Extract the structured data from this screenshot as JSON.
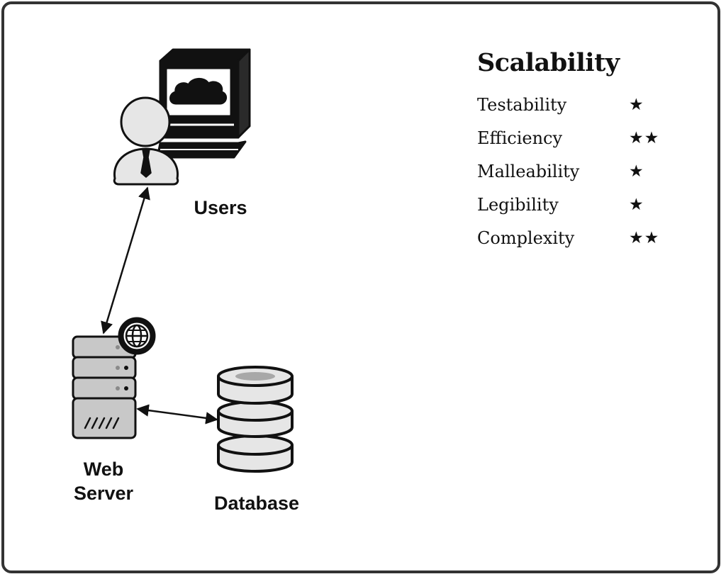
{
  "nodes": {
    "users": {
      "label": "Users"
    },
    "web_server": {
      "label": "Web\nServer"
    },
    "database": {
      "label": "Database"
    }
  },
  "edges": [
    {
      "from": "users",
      "to": "web_server",
      "direction": "bidirectional"
    },
    {
      "from": "web_server",
      "to": "database",
      "direction": "bidirectional"
    }
  ],
  "panel": {
    "title": "Scalability",
    "ratings": [
      {
        "label": "Testability",
        "stars": 1,
        "stars_text": "★"
      },
      {
        "label": "Efficiency",
        "stars": 2,
        "stars_text": "★★"
      },
      {
        "label": "Malleability",
        "stars": 1,
        "stars_text": "★"
      },
      {
        "label": "Legibility",
        "stars": 1,
        "stars_text": "★"
      },
      {
        "label": "Complexity",
        "stars": 2,
        "stars_text": "★★"
      }
    ]
  },
  "icons": {
    "users": "user-at-computer-icon",
    "web_server": "server-with-globe-icon",
    "database": "database-cylinder-icon"
  },
  "colors": {
    "ink": "#111111",
    "light_fill": "#e6e6e6",
    "mid_fill": "#c8c8c8",
    "frame": "#333333"
  }
}
